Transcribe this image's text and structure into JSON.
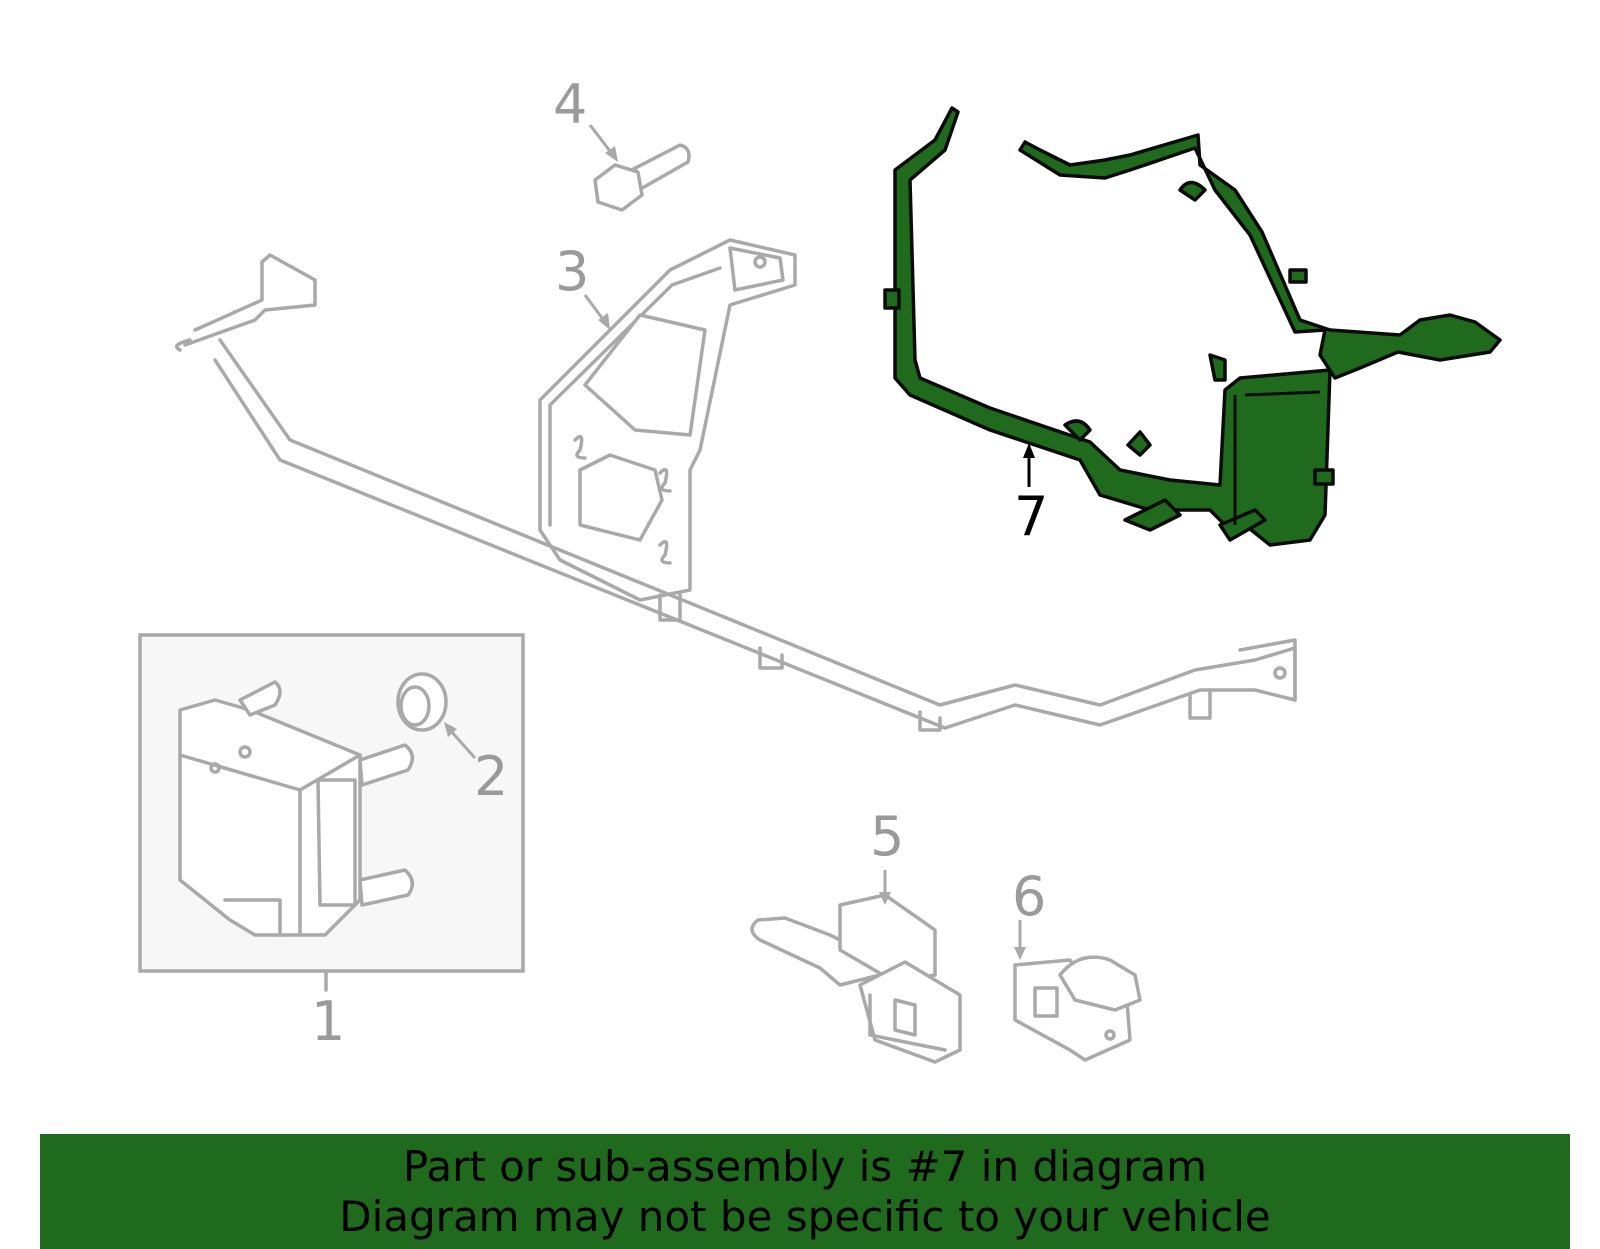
{
  "diagram": {
    "callouts": {
      "c1": "1",
      "c2": "2",
      "c3": "3",
      "c4": "4",
      "c5": "5",
      "c6": "6",
      "c7": "7"
    },
    "highlighted_part": "7",
    "colors": {
      "highlight": "#1f6a1c",
      "part_outline": "#a9a9a9",
      "callout_text": "#9a9a9a",
      "box_fill": "#f7f7f7"
    }
  },
  "banner": {
    "line1": "Part or sub-assembly is #7 in diagram",
    "line2": "Diagram may not be specific to your vehicle"
  }
}
